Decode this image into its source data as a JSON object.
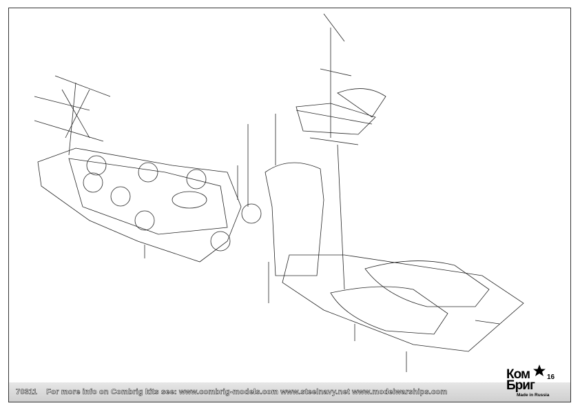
{
  "footer": {
    "kit_number": "70311",
    "info_text": "For more info on Combrig kits see: www.combrig-models.com www.steelnavy.net  www.modelwarships.com"
  },
  "logo": {
    "text": "Ком Бриг",
    "tagline": "Made in Russia"
  },
  "page_number": "16"
}
